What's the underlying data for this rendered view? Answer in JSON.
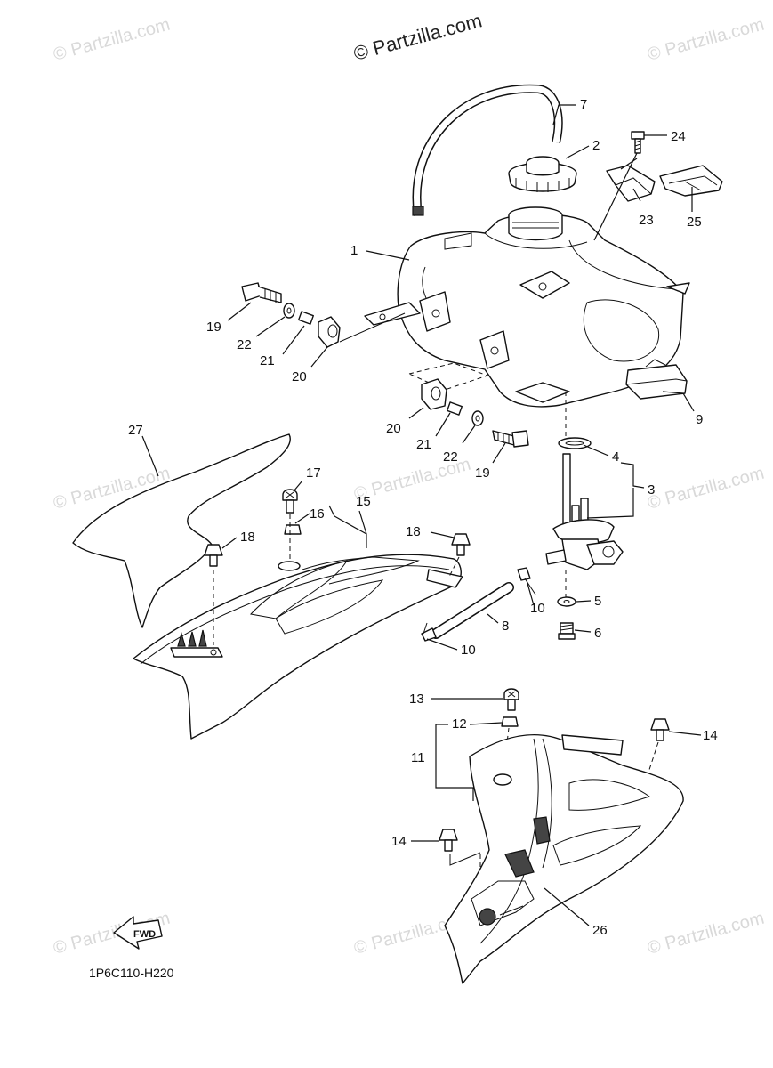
{
  "watermark_main": "© Partzilla.com",
  "watermark_faint": "© Partzilla.com",
  "diagram_code": "1P6C110-H220",
  "fwd_label": "FWD",
  "callouts": {
    "c1": "1",
    "c2": "2",
    "c3": "3",
    "c4": "4",
    "c5": "5",
    "c6": "6",
    "c7": "7",
    "c8": "8",
    "c9": "9",
    "c10a": "10",
    "c10b": "10",
    "c11": "11",
    "c12": "12",
    "c13": "13",
    "c14a": "14",
    "c14b": "14",
    "c15": "15",
    "c16": "16",
    "c17": "17",
    "c18a": "18",
    "c18b": "18",
    "c19a": "19",
    "c19b": "19",
    "c20a": "20",
    "c20b": "20",
    "c21a": "21",
    "c21b": "21",
    "c22a": "22",
    "c22b": "22",
    "c23": "23",
    "c24": "24",
    "c25": "25",
    "c26": "26",
    "c27": "27"
  }
}
